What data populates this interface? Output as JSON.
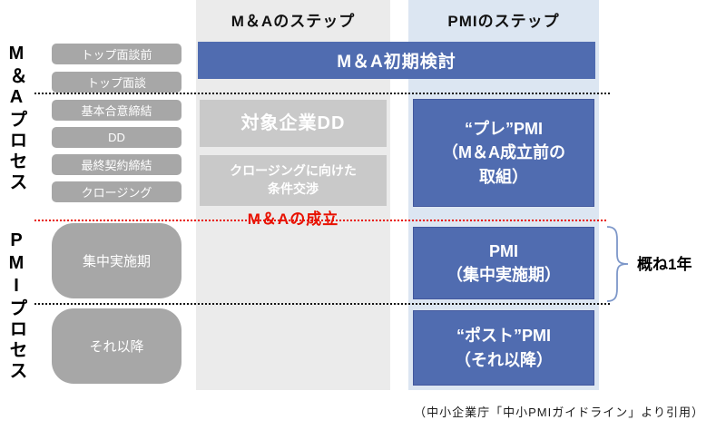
{
  "diagram": {
    "columns": {
      "ma": {
        "header": "M＆Aのステップ"
      },
      "pmi": {
        "header": "PMIのステップ"
      }
    },
    "process_labels": {
      "ma": "M＆Aプロセス",
      "pmi": "PMIプロセス"
    },
    "ma_steps": [
      "トップ面談前",
      "トップ面談",
      "基本合意締結",
      "DD",
      "最終契約締結",
      "クロージング"
    ],
    "pmi_steps": [
      "集中実施期",
      "それ以降"
    ],
    "boxes": {
      "initial_review": "M＆A初期検討",
      "target_dd": "対象企業DD",
      "closing_negotiation": "クロージングに向けた\n条件交渉",
      "pre_pmi": "“プレ”PMI\n（M＆A成立前の\n取組）",
      "pmi": "PMI\n（集中実施期）",
      "post_pmi": "“ポスト”PMI\n（それ以降）"
    },
    "milestone_label": "M＆Aの成立",
    "bracket_label": "概ね1年",
    "citation": "（中小企業庁「中小PMIガイドライン」より引用）",
    "colors": {
      "accent_blue": "#506cb0",
      "light_blue_column": "#dce6f2",
      "light_gray_column": "#ebebeb",
      "step_gray": "#a7a7a7",
      "mid_box_gray": "#c9c9c9",
      "milestone_red": "#e81100",
      "bracket_blue": "#7d97c9"
    }
  }
}
